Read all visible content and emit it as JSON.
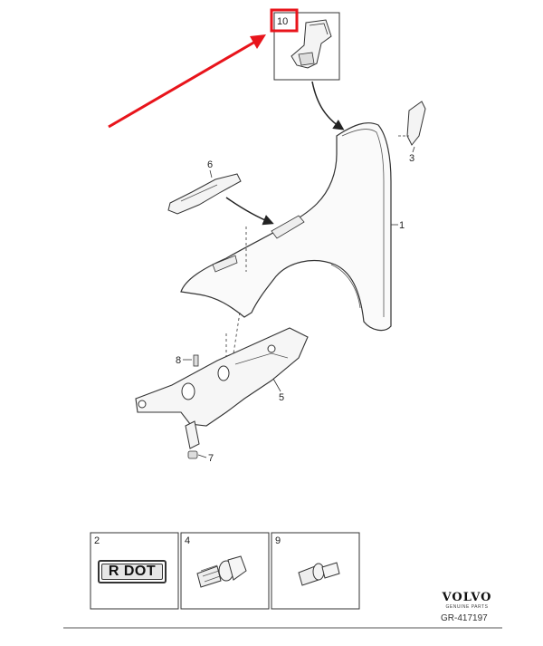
{
  "callouts": {
    "fender": "1",
    "bracket_right": "3",
    "inner_panel": "5",
    "upper_bracket": "6",
    "nut": "7",
    "screw": "8",
    "highlighted_part": "10"
  },
  "detail_boxes": [
    {
      "number": "2",
      "content": "R DOT"
    },
    {
      "number": "4"
    },
    {
      "number": "9"
    }
  ],
  "footer": {
    "brand": "VOLVO",
    "brand_sub": "GENUINE PARTS",
    "reference": "GR-417197"
  },
  "colors": {
    "highlight_box": "#e8141b",
    "arrow": "#e8141b",
    "line_art": "#333333"
  }
}
